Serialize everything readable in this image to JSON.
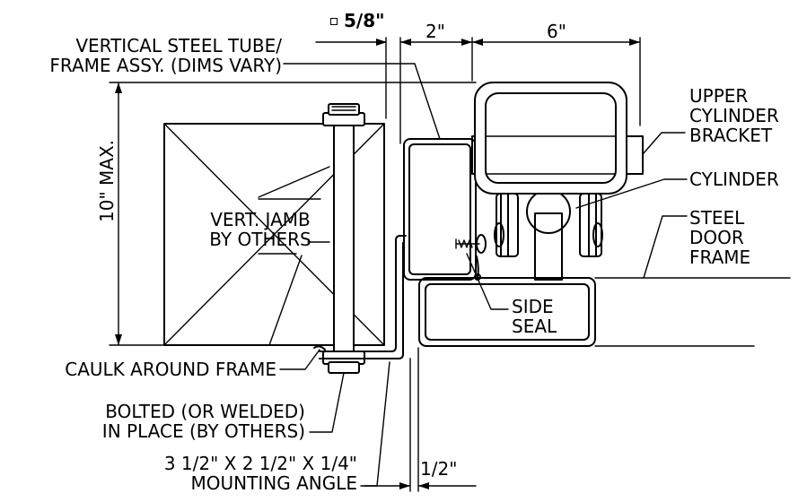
{
  "dimensions": {
    "five_eighths": "5/8\"",
    "two_inch": "2\"",
    "six_inch": "6\"",
    "ten_max": "10\" MAX.",
    "half_inch": "1/2\""
  },
  "labels": {
    "vertical_tube_line1": "VERTICAL STEEL TUBE/",
    "vertical_tube_line2": "FRAME ASSY. (DIMS VARY)",
    "upper_bracket_line1": "UPPER",
    "upper_bracket_line2": "CYLINDER",
    "upper_bracket_line3": "BRACKET",
    "cylinder": "CYLINDER",
    "steel_frame_line1": "STEEL",
    "steel_frame_line2": "DOOR",
    "steel_frame_line3": "FRAME",
    "vert_jamb_line1": "VERT. JAMB",
    "vert_jamb_line2": "BY OTHERS",
    "side_seal_line1": "SIDE",
    "side_seal_line2": "SEAL",
    "caulk": "CAULK AROUND FRAME",
    "bolted_line1": "BOLTED (OR WELDED)",
    "bolted_line2": "IN PLACE (BY OTHERS)",
    "mounting_line1": "3 1/2\" X 2 1/2\" X 1/4\"",
    "mounting_line2": "MOUNTING ANGLE"
  }
}
